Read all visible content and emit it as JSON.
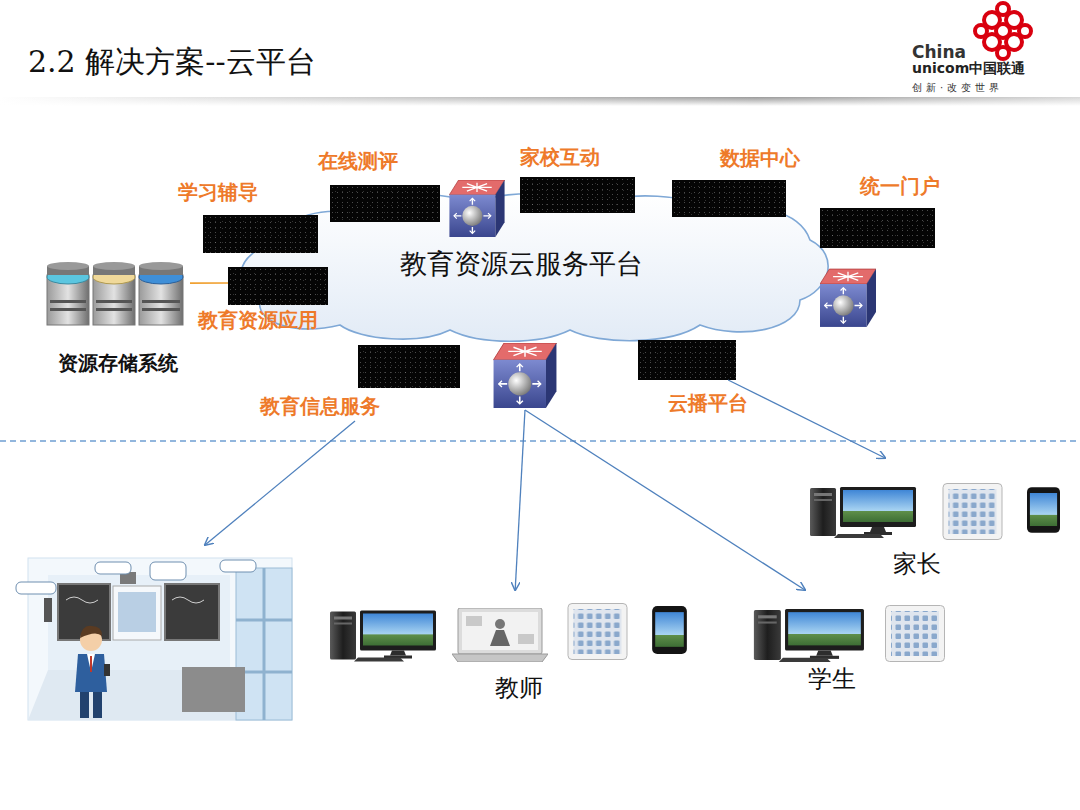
{
  "diagram": {
    "title": "2.2 解决方案--云平台",
    "nodes": [
      {
        "text": [
          "教育资源云服务平台"
        ]
      },
      {
        "text": [
          "学习辅导"
        ],
        "in": 0
      },
      {
        "text": [
          "在线测评"
        ],
        "in": 0
      },
      {
        "text": [
          "家校互动"
        ],
        "in": 0
      },
      {
        "text": [
          "数据中心"
        ],
        "in": 0
      },
      {
        "text": [
          "统一门户"
        ],
        "in": 0
      },
      {
        "text": [
          "教育资源应用"
        ],
        "in": 0
      },
      {
        "text": [
          "教育信息服务"
        ],
        "in": 0
      },
      {
        "text": [
          "云播平台"
        ],
        "in": 0
      },
      {
        "text": [
          "资源存储系统"
        ]
      },
      {
        "text": [
          "家长"
        ]
      },
      {
        "text": [
          "教师"
        ]
      },
      {
        "text": [
          "学生"
        ]
      }
    ],
    "edges": [
      {
        "from": 9,
        "to": 6,
        "arrow": "none"
      },
      {
        "from": 0,
        "to": 11,
        "arrow": "to"
      },
      {
        "from": 0,
        "to": 12,
        "arrow": "to"
      },
      {
        "from": 8,
        "to": 10,
        "arrow": "to"
      }
    ],
    "labels": [
      "China",
      "unicom中国联通",
      "创新·改变世界"
    ]
  }
}
